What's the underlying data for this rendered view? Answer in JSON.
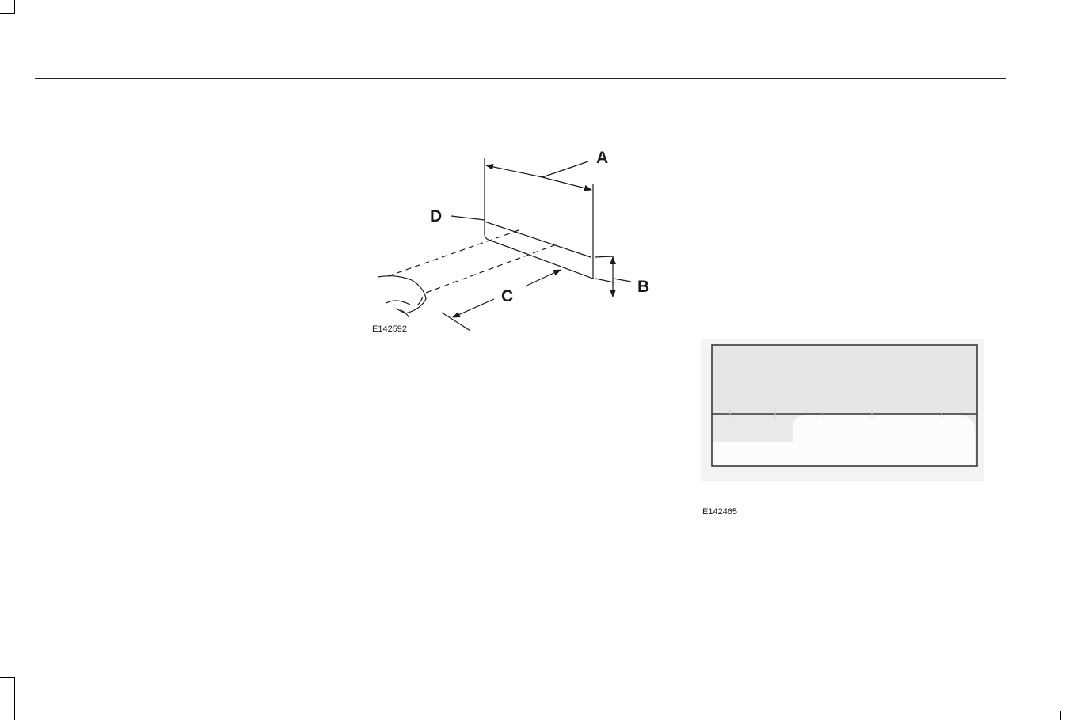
{
  "figure1": {
    "code": "E142592",
    "callouts": {
      "a": "A",
      "b": "B",
      "c": "C",
      "d": "D"
    }
  },
  "figure2": {
    "code": "E142465"
  }
}
